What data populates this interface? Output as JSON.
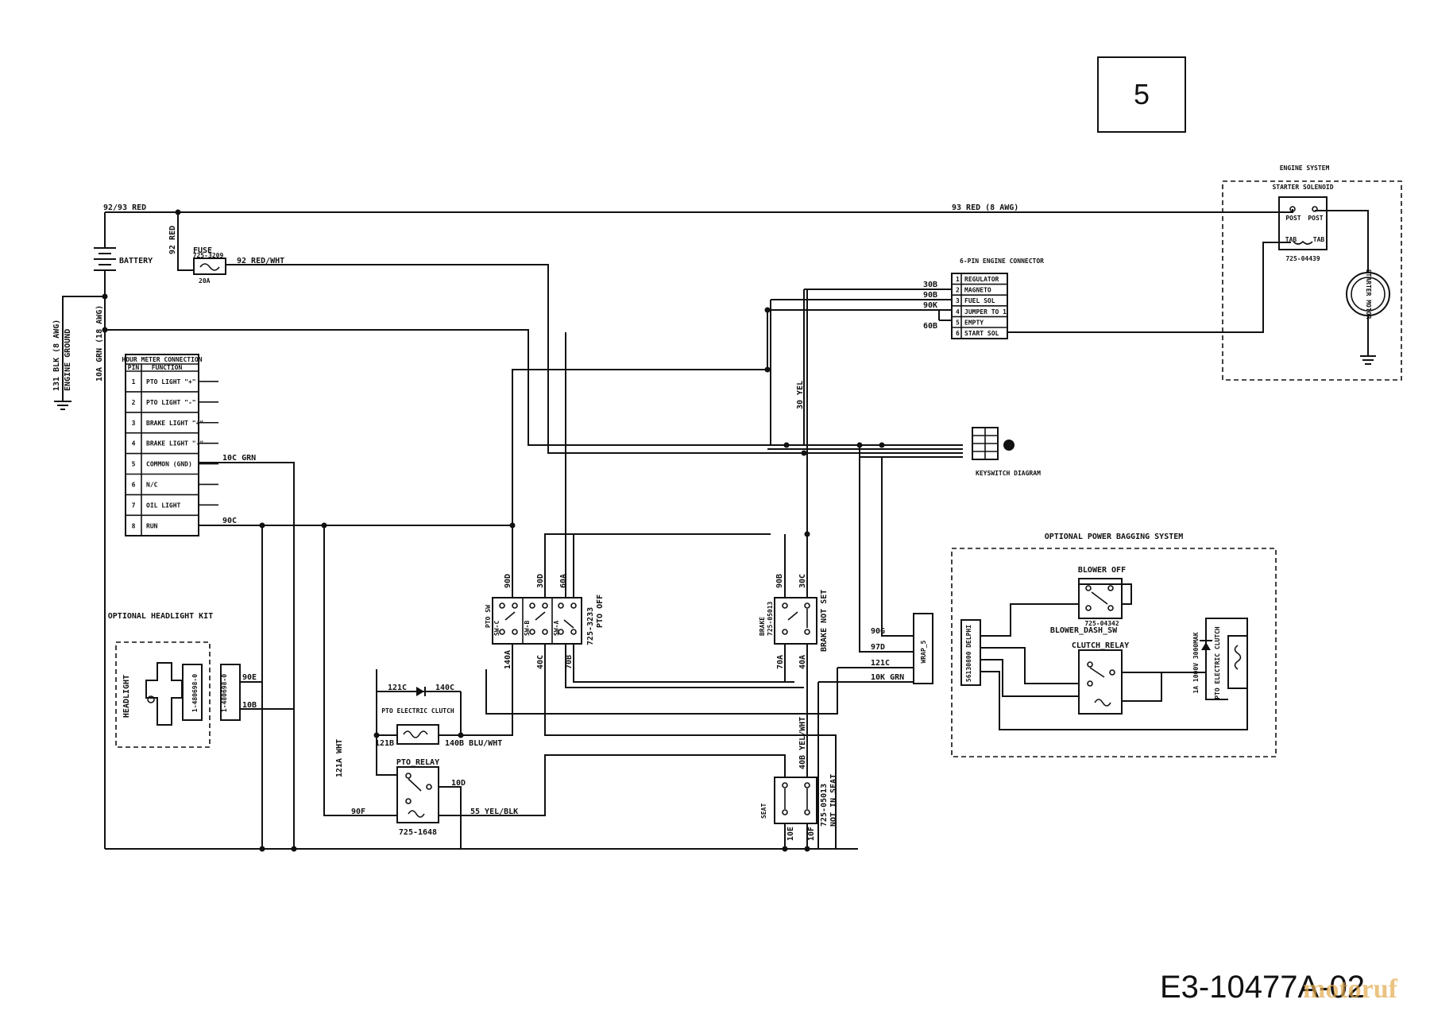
{
  "page_number": "5",
  "doc_code": "E3-10477A-02",
  "watermark": "motoruf",
  "engine_system": {
    "title": "ENGINE SYSTEM",
    "solenoid": "STARTER SOLENOID",
    "post1": "POST",
    "post2": "POST",
    "tab1": "TAB",
    "tab2": "TAB",
    "solenoid_part": "725-04439",
    "motor": "STARTER MOTOR"
  },
  "wires": {
    "w9293": "92/93 RED",
    "w93": "93 RED (8 AWG)",
    "w92": "92 RED",
    "w92rw": "92 RED/WHT",
    "w131": "131 BLK (8 AWG)",
    "engine_ground": "ENGINE GROUND",
    "w10a": "10A GRN (18 AWG)",
    "w10c": "10C GRN",
    "w90c": "90C",
    "w30yel": "30 YEL",
    "w90e": "90E",
    "w10b": "10B",
    "w90d": "90D",
    "w30d": "30D",
    "w60a": "60A",
    "w140a": "140A",
    "w40c": "40C",
    "w70b": "70B",
    "w90b": "90B",
    "w30c": "30C",
    "w70a": "70A",
    "w40a": "40A",
    "w121c": "121C",
    "w140c": "140C",
    "w121b": "121B",
    "w140b": "140B BLU/WHT",
    "w121a": "121A WHT",
    "w10d": "10D",
    "w90f": "90F",
    "w55": "55 YEL/BLK",
    "w40b": "40B YEL/WHT",
    "w10e": "10E",
    "w10f": "10F",
    "w90g": "90G",
    "w97d": "97D",
    "w121c2": "121C",
    "w10k": "10K GRN",
    "e30b": "30B",
    "e90b": "90B",
    "e90k": "90K",
    "e60b": "60B"
  },
  "battery": "BATTERY",
  "fuse": {
    "label": "FUSE",
    "part": "725-3209",
    "amp": "20A"
  },
  "hour_meter": {
    "title": "HOUR METER CONNECTION",
    "col_pin": "PIN",
    "col_function": "FUNCTION",
    "rows": [
      {
        "pin": "1",
        "func": "PTO LIGHT \"+\""
      },
      {
        "pin": "2",
        "func": "PTO LIGHT \"-\""
      },
      {
        "pin": "3",
        "func": "BRAKE LIGHT \"+\""
      },
      {
        "pin": "4",
        "func": "BRAKE LIGHT \"-\""
      },
      {
        "pin": "5",
        "func": "COMMON (GND)"
      },
      {
        "pin": "6",
        "func": "N/C"
      },
      {
        "pin": "7",
        "func": "OIL LIGHT"
      },
      {
        "pin": "8",
        "func": "RUN"
      }
    ]
  },
  "engine_connector": {
    "title": "6-PIN ENGINE CONNECTOR",
    "pins": [
      {
        "n": "1",
        "label": "REGULATOR"
      },
      {
        "n": "2",
        "label": "MAGNETO"
      },
      {
        "n": "3",
        "label": "FUEL SOL"
      },
      {
        "n": "4",
        "label": "JUMPER TO 1"
      },
      {
        "n": "5",
        "label": "EMPTY"
      },
      {
        "n": "6",
        "label": "START SOL"
      }
    ]
  },
  "keyswitch": {
    "label": "KEYSWITCH DIAGRAM"
  },
  "headlight_kit": {
    "title": "OPTIONAL HEADLIGHT KIT",
    "lamp": "HEADLIGHT",
    "conn1": "1-480698-0",
    "conn2": "1-480698-0"
  },
  "pto_switch": {
    "name": "PTO SW",
    "sw_a": "SW-C",
    "sw_b": "SW-B",
    "sw_c": "SW-A",
    "part": "725-3233",
    "state": "PTO OFF"
  },
  "brake_switch": {
    "name": "BRAKE",
    "part": "725-05013",
    "state": "BRAKE NOT SET"
  },
  "seat_switch": {
    "name": "SEAT",
    "part": "725-05013",
    "state": "NOT IN SEAT"
  },
  "pto_clutch": {
    "label": "PTO ELECTRIC CLUTCH"
  },
  "pto_relay": {
    "label": "PTO_RELAY",
    "part": "725-1648"
  },
  "wrap": {
    "label": "WRAP_5"
  },
  "power_bagging": {
    "title": "OPTIONAL POWER BAGGING SYSTEM",
    "blower_off": "BLOWER OFF",
    "blower_part": "725-04342",
    "blower_sw": "BLOWER_DASH_SW",
    "clutch_relay": "CLUTCH_RELAY",
    "delphi": "56130800 DELPHI",
    "diode": "1A 1000V 3000MAK",
    "clutch": "PTO ELECTRIC CLUTCH"
  }
}
